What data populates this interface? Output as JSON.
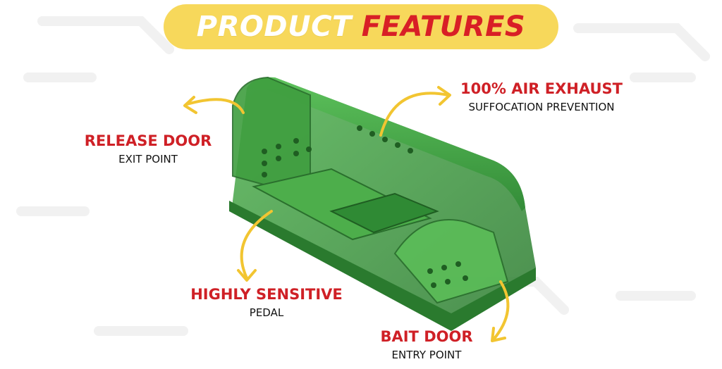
{
  "banner": {
    "word1": "PRODUCT",
    "word2": "FEATURES"
  },
  "callouts": {
    "release": {
      "title": "RELEASE DOOR",
      "subtitle": "EXIT POINT"
    },
    "air": {
      "title": "100% AIR EXHAUST",
      "subtitle": "SUFFOCATION PREVENTION"
    },
    "pedal": {
      "title": "HIGHLY SENSITIVE",
      "subtitle": "PEDAL"
    },
    "bait": {
      "title": "BAIT DOOR",
      "subtitle": "ENTRY POINT"
    }
  },
  "colors": {
    "banner_bg": "#f7d85b",
    "accent_red": "#d81f26",
    "arrow_yellow": "#f2c531",
    "trap_green": "#3c9a3a"
  },
  "product": {
    "illustration": "green-mouse-trap-image"
  }
}
